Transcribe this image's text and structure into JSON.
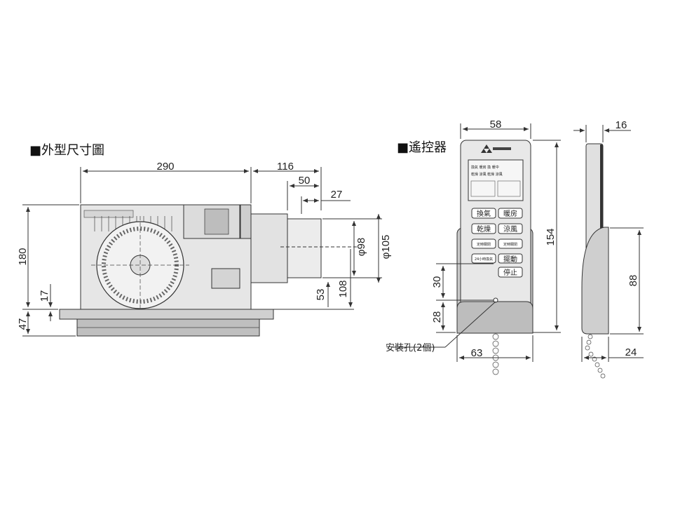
{
  "fan_section": {
    "title": "■外型尺寸圖",
    "dims": {
      "width": "290",
      "duct_total": "116",
      "duct_a": "50",
      "duct_b": "27",
      "height": "180",
      "flange": "17",
      "bottom": "47",
      "dia_inner": "φ98",
      "dia_outer": "φ105",
      "offset_a": "53",
      "offset_b": "108"
    }
  },
  "remote_section": {
    "title": "■遙控器",
    "dims": {
      "width": "58",
      "height": "154",
      "depth": "16",
      "holder_height": "88",
      "holder_depth": "24",
      "holder_width": "63",
      "hole_a": "30",
      "hole_b": "28"
    },
    "mounting_note": "安裝孔(2個)",
    "buttons": [
      "換氣",
      "暖房",
      "乾燥",
      "涼風",
      "定時關閉",
      "定時關閉",
      "24小時換氣",
      "擺動",
      "停止"
    ],
    "display_rows": [
      "換氣 暖房 換 暖中",
      "乾燥 涼風 乾燥 涼風"
    ]
  }
}
